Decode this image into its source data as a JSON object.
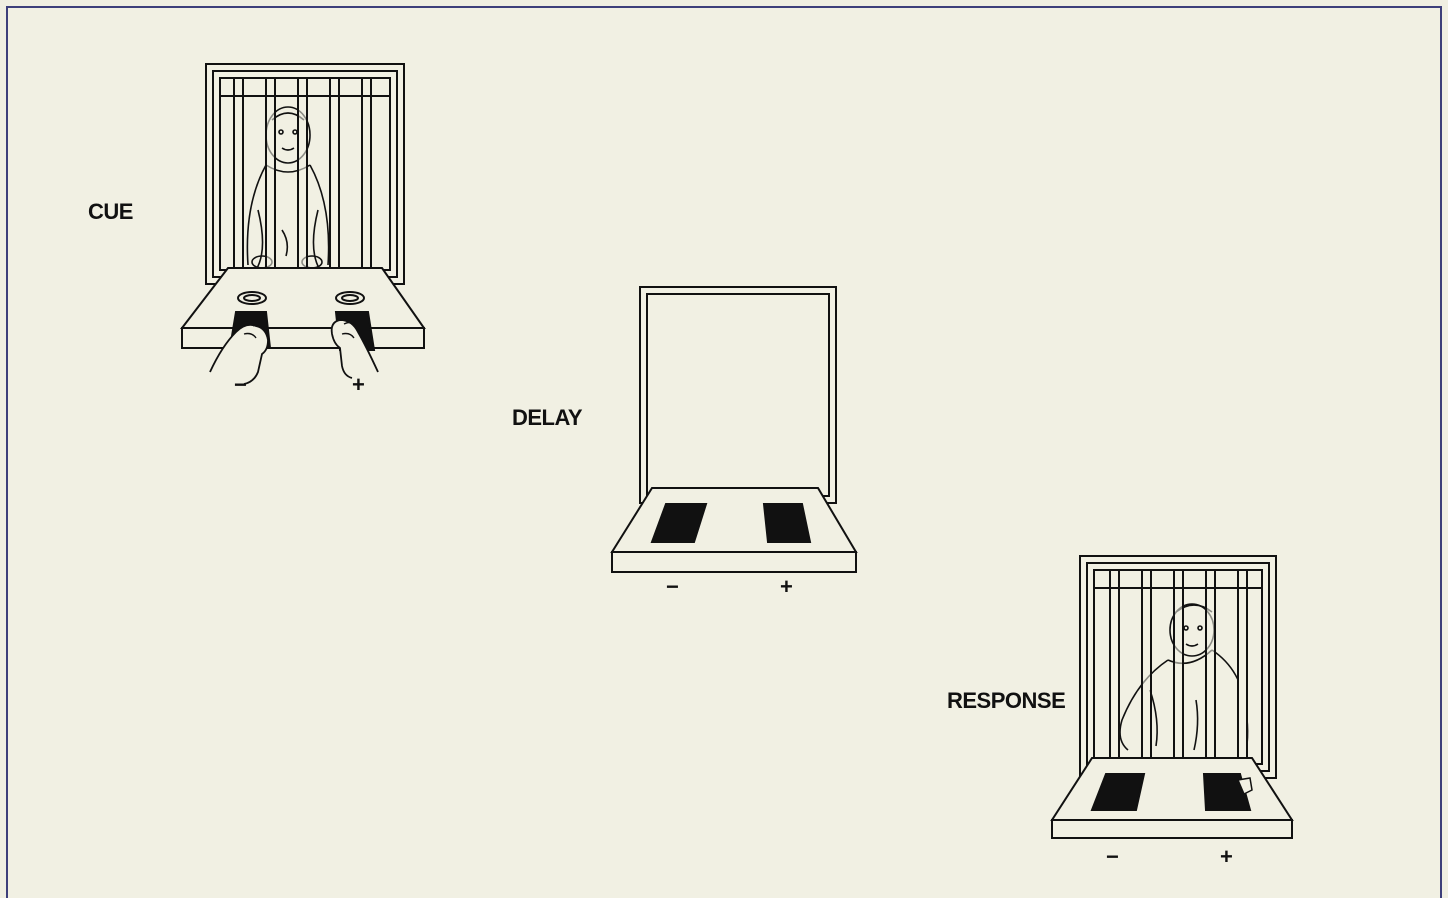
{
  "stages": {
    "cue": {
      "label": "CUE",
      "minus": "−",
      "plus": "+"
    },
    "delay": {
      "label": "DELAY",
      "minus": "−",
      "plus": "+"
    },
    "response": {
      "label": "RESPONSE",
      "minus": "−",
      "plus": "+"
    }
  },
  "colors": {
    "background": "#f1f0e3",
    "frame": "#3d3f7a",
    "ink": "#111111"
  }
}
